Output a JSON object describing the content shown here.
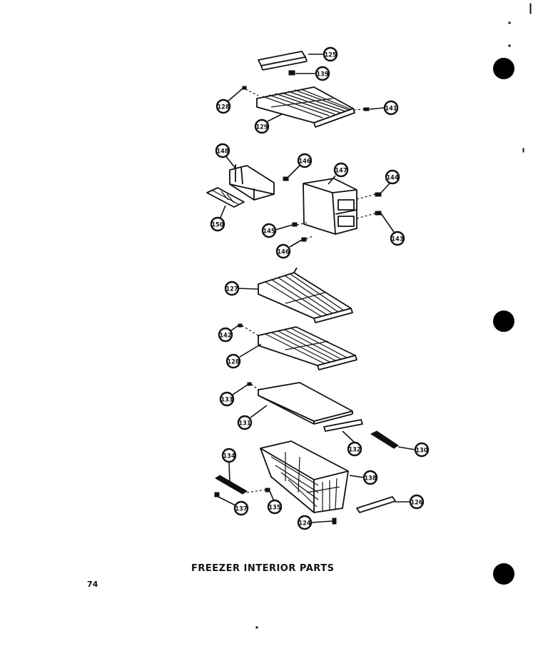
{
  "title": "FREEZER INTERIOR PARTS",
  "page_number": "74",
  "callouts": [
    {
      "id": "c125",
      "label": "125"
    },
    {
      "id": "c139",
      "label": "139"
    },
    {
      "id": "c128a",
      "label": "128"
    },
    {
      "id": "c141",
      "label": "141"
    },
    {
      "id": "c129",
      "label": "129"
    },
    {
      "id": "c148",
      "label": "148"
    },
    {
      "id": "c146a",
      "label": "146"
    },
    {
      "id": "c147",
      "label": "147"
    },
    {
      "id": "c144",
      "label": "144"
    },
    {
      "id": "c150",
      "label": "150"
    },
    {
      "id": "c145",
      "label": "145"
    },
    {
      "id": "c143",
      "label": "143"
    },
    {
      "id": "c146b",
      "label": "146"
    },
    {
      "id": "c127",
      "label": "127"
    },
    {
      "id": "c142",
      "label": "142"
    },
    {
      "id": "c128b",
      "label": "128"
    },
    {
      "id": "c133",
      "label": "133"
    },
    {
      "id": "c131",
      "label": "131"
    },
    {
      "id": "c132",
      "label": "132"
    },
    {
      "id": "c130",
      "label": "130"
    },
    {
      "id": "c134",
      "label": "134"
    },
    {
      "id": "c138",
      "label": "138"
    },
    {
      "id": "c137",
      "label": "137"
    },
    {
      "id": "c135",
      "label": "135"
    },
    {
      "id": "c126",
      "label": "126"
    },
    {
      "id": "c124",
      "label": "124"
    }
  ]
}
